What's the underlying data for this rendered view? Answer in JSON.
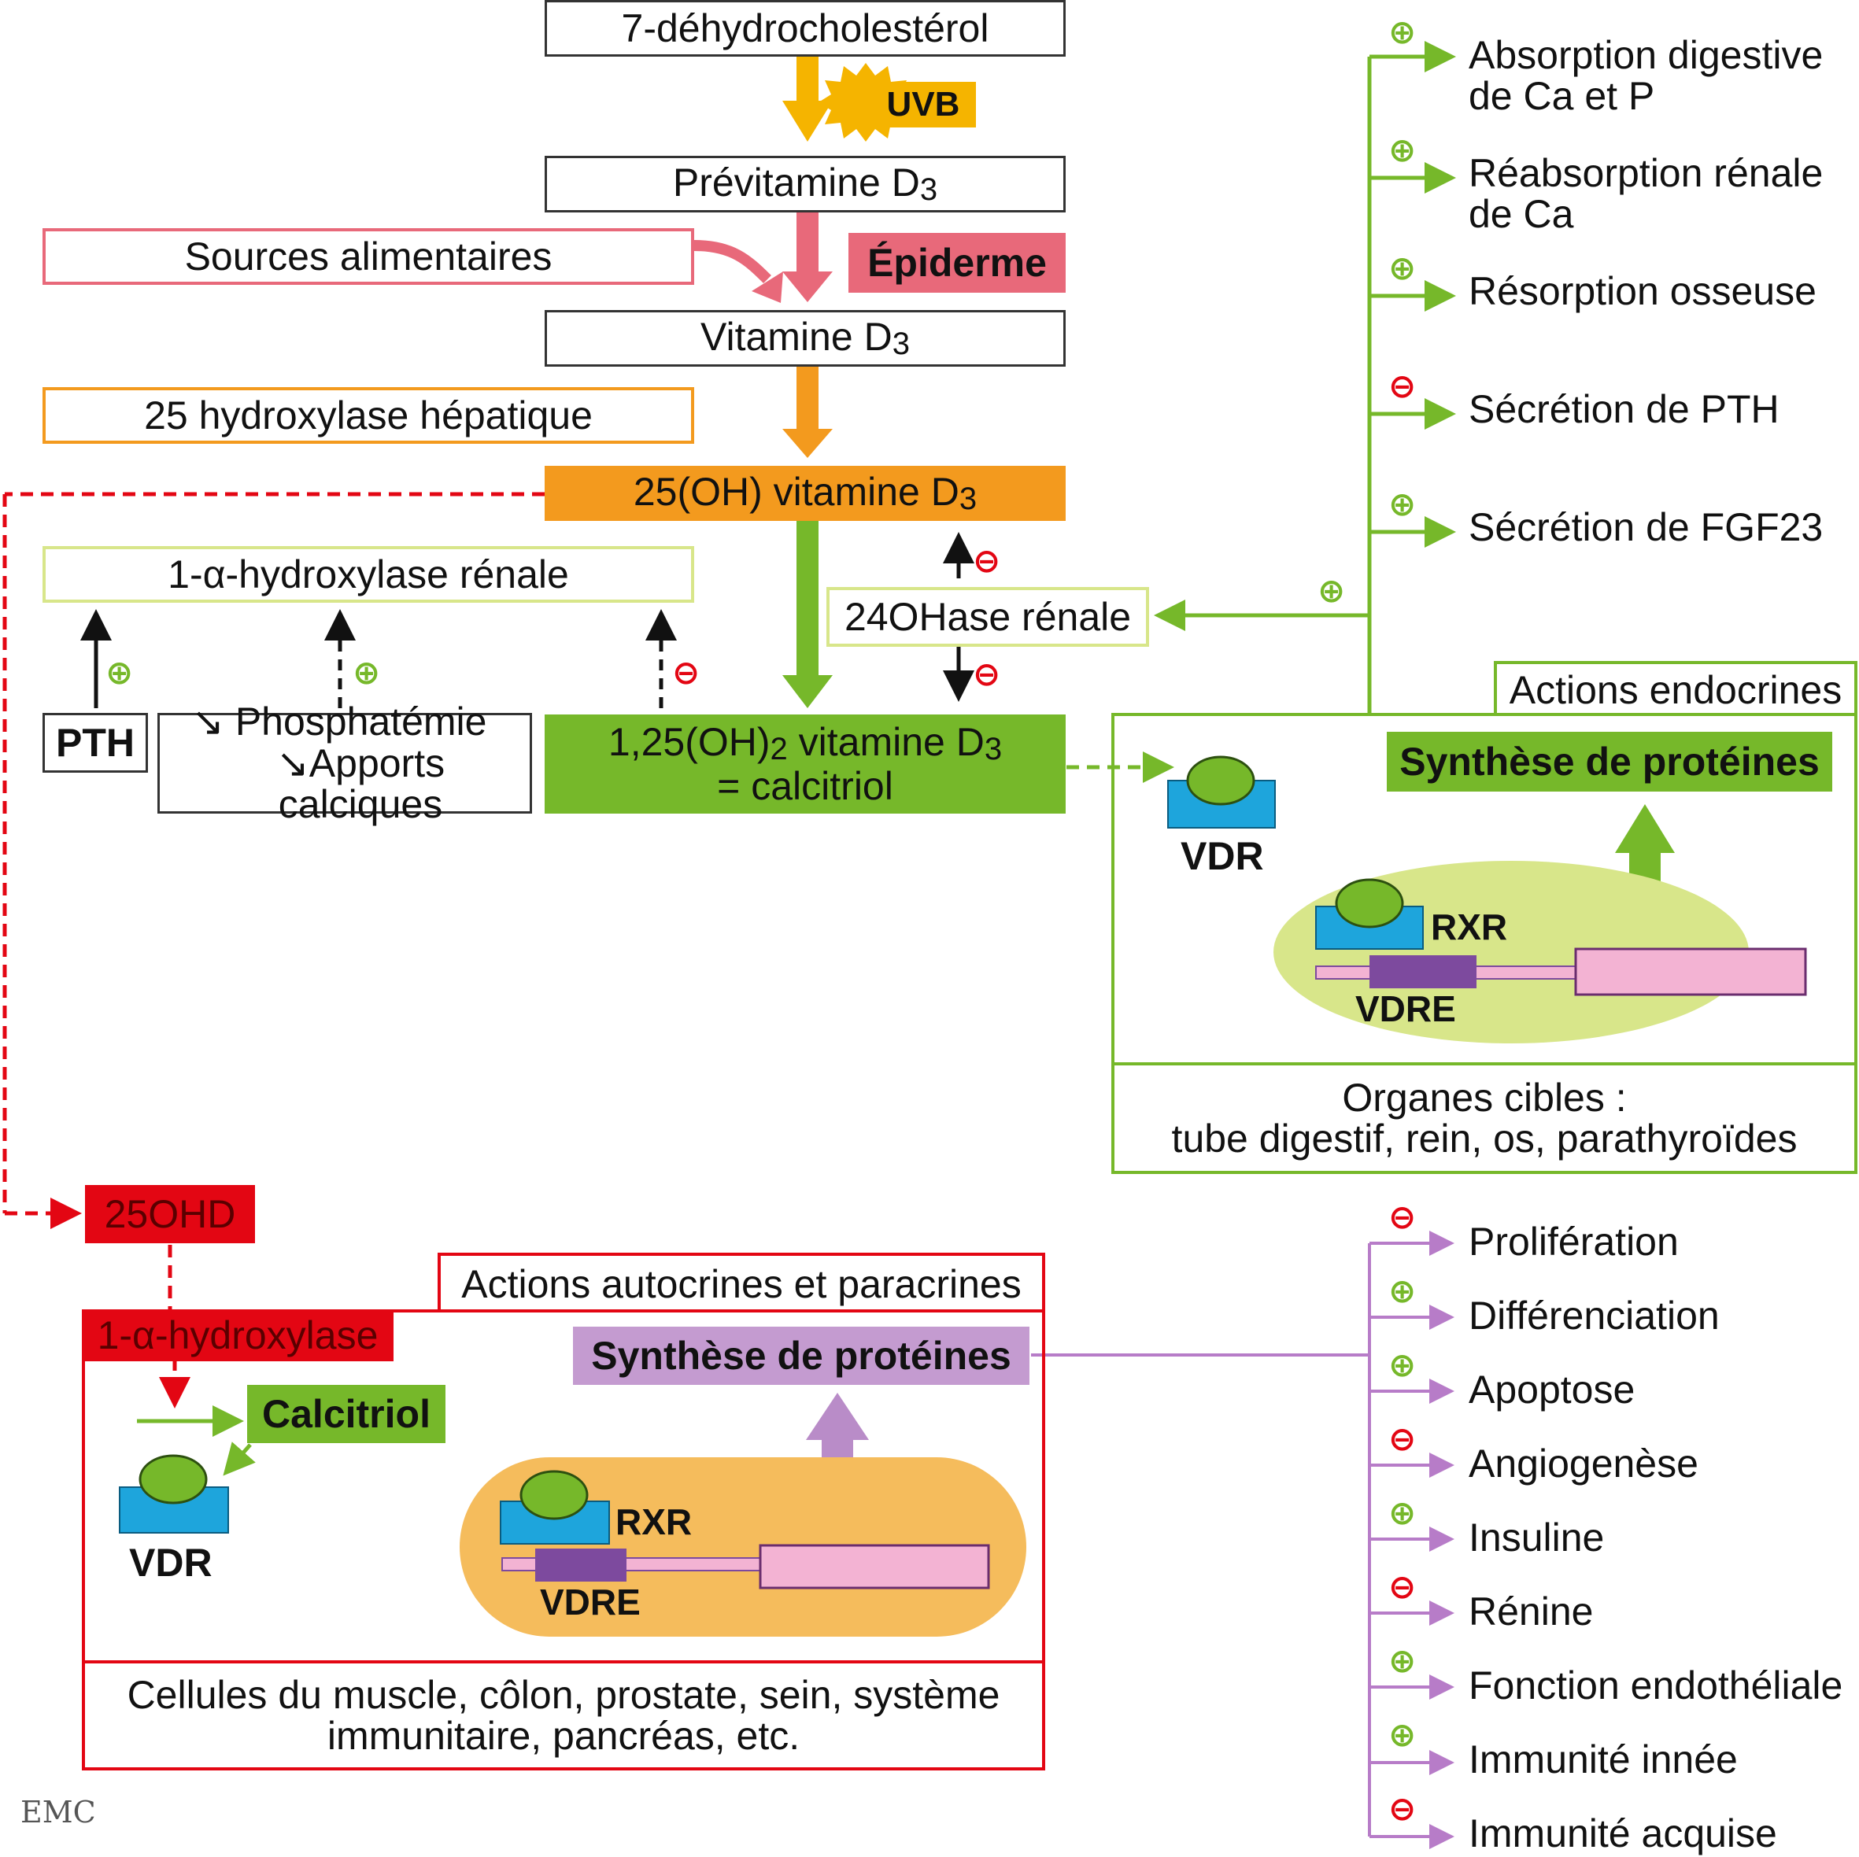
{
  "synthesis": {
    "precursor": "7-déhydrocholestérol",
    "uvb": "UVB",
    "previtamin": "Prévitamine D",
    "previtamin_sub": "3",
    "food": "Sources alimentaires",
    "epidermis": "Épiderme",
    "vitamin": "Vitamine D",
    "vitamin_sub": "3",
    "hepatic": "25 hydroxylase hépatique",
    "oh25": "25(OH) vitamine D",
    "oh25_sub": "3",
    "renal_1a": "1-α-hydroxylase rénale",
    "h24": "24OHase rénale",
    "pth": "PTH",
    "phosph": "Phosphatémie",
    "calcium": "Apports calciques",
    "calcitriol_a": "1,25(OH)",
    "calcitriol_a_sub": "2",
    "calcitriol_b": " vitamine D",
    "calcitriol_b_sub": "3",
    "calcitriol_line2": "= calcitriol",
    "arrow_down_glyph": "↘",
    "plus": "⊕",
    "minus": "⊖"
  },
  "endocrine": {
    "title": "Actions endocrines",
    "synthesis": "Synthèse de protéines",
    "vdr": "VDR",
    "rxr": "RXR",
    "vdre": "VDRE",
    "targets_line1": "Organes cibles :",
    "targets_line2": "tube digestif, rein, os, parathyroïdes",
    "effects": [
      {
        "sign": "+",
        "line1": "Absorption digestive",
        "line2": "de Ca et P"
      },
      {
        "sign": "+",
        "line1": "Réabsorption rénale",
        "line2": "de Ca"
      },
      {
        "sign": "+",
        "line1": "Résorption osseuse",
        "line2": ""
      },
      {
        "sign": "-",
        "line1": "Sécrétion de PTH",
        "line2": ""
      },
      {
        "sign": "+",
        "line1": "Sécrétion de FGF23",
        "line2": ""
      }
    ]
  },
  "autocrine": {
    "ohd": "25OHD",
    "title": "Actions autocrines et paracrines",
    "hydroxylase": "1-α-hydroxylase",
    "calcitriol": "Calcitriol",
    "synthesis": "Synthèse de protéines",
    "vdr": "VDR",
    "rxr": "RXR",
    "vdre": "VDRE",
    "cells_line1": "Cellules du muscle, côlon, prostate, sein, système",
    "cells_line2": "immunitaire, pancréas, etc.",
    "effects": [
      {
        "sign": "-",
        "label": "Prolifération"
      },
      {
        "sign": "+",
        "label": "Différenciation"
      },
      {
        "sign": "+",
        "label": "Apoptose"
      },
      {
        "sign": "-",
        "label": "Angiogenèse"
      },
      {
        "sign": "+",
        "label": "Insuline"
      },
      {
        "sign": "-",
        "label": "Rénine"
      },
      {
        "sign": "+",
        "label": "Fonction endothéliale"
      },
      {
        "sign": "+",
        "label": "Immunité innée"
      },
      {
        "sign": "-",
        "label": "Immunité acquise"
      }
    ]
  },
  "watermark": "EMC",
  "colors": {
    "uvb": "#f5b400",
    "epidermis": "#e8697a",
    "hepatic": "#f39a1e",
    "green": "#76b82a",
    "light_green": "#d8e68a",
    "red": "#e30613",
    "purple": "#c49bd0",
    "orange_pill": "#f5bc5c",
    "blue": "#1ea5dc",
    "pink": "#f3b3d3",
    "vdre": "#7d4a9e"
  }
}
